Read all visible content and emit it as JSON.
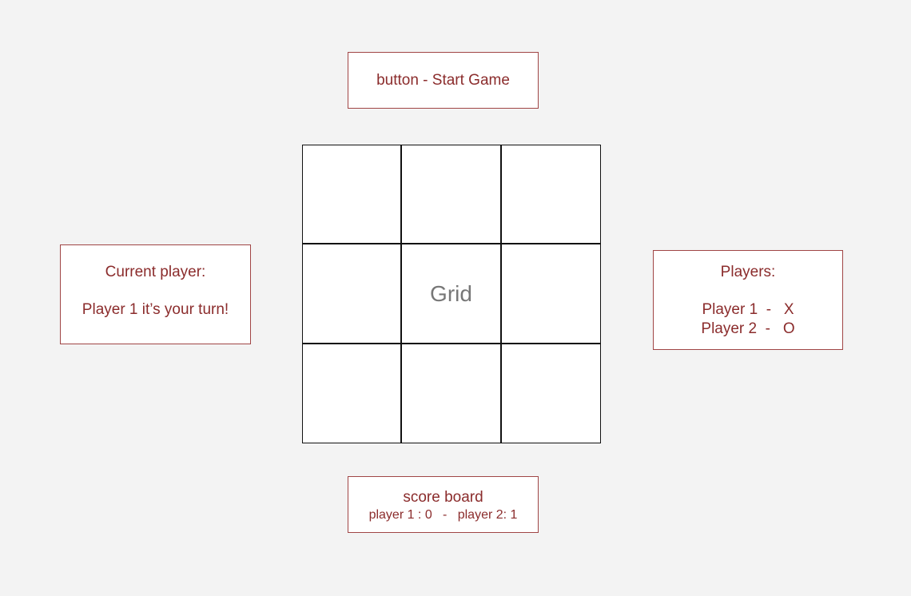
{
  "start_button": {
    "label": "button - Start Game"
  },
  "current_player": {
    "title": "Current player:",
    "message": "Player 1 it’s your turn!"
  },
  "players": {
    "title": "Players:",
    "rows": [
      "Player 1  -   X",
      "Player 2  -   O"
    ]
  },
  "grid": {
    "label": "Grid",
    "cells": [
      "",
      "",
      "",
      "",
      "",
      "",
      "",
      "",
      ""
    ]
  },
  "score_board": {
    "title": "score board",
    "scores": "player 1 : 0   -   player 2: 1"
  },
  "colors": {
    "background": "#f3f3f3",
    "accent_text": "#8b2c2c",
    "box_border": "#a04545",
    "grid_line": "#111111",
    "grid_label": "#777777"
  }
}
